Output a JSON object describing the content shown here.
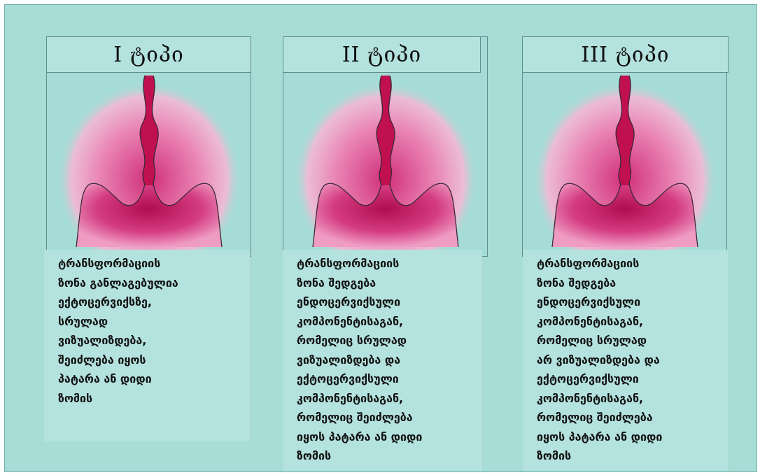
{
  "panels": [
    {
      "title": "I ტიპი",
      "description": "ტრანსფორმაციის\nზონა განლაგებულია\nექტოცერვიქსზე,\nსრულად\nვიზუალიზდება,\nშეიძლება იყოს\nპატარა ან დიდი\nზომის"
    },
    {
      "title": "II ტიპი",
      "description": "ტრანსფორმაციის\nზონა შედგება\nენდოცერვიქსული\nკომპონენტისაგან,\nრომელიც სრულად\nვიზუალიზდება და\nექტოცერვიქსული\nკომპონენტისაგან,\nრომელიც შეიძლება\nიყოს პატარა ან დიდი\nზომის"
    },
    {
      "title": "III ტიპი",
      "description": "ტრანსფორმაციის\nზონა შედგება\nენდოცერვიქსული\nკომპონენტისაგან,\nრომელიც სრულად\nარ ვიზუალიზდება და\nექტოცერვიქსული\nკომპონენტისაგან,\nრომელიც შეიძლება\nიყოს პატარა ან დიდი\nზომის"
    }
  ],
  "colors": {
    "background": "#a8dcd6",
    "label_fill": "#b4e2de",
    "tissue_center": "#c8125a",
    "tissue_edge": "#f7cbe0"
  }
}
